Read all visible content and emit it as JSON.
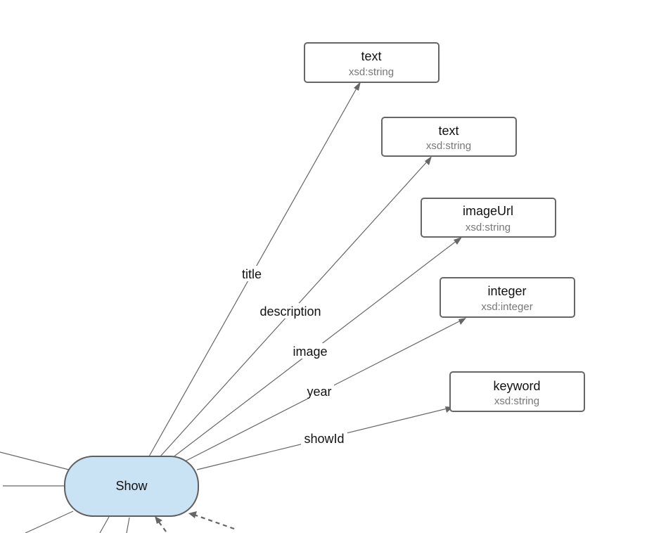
{
  "main_node": {
    "label": "Show",
    "fill": "#c9e3f5"
  },
  "nodes": [
    {
      "id": "n-title",
      "title": "text",
      "type": "xsd:string"
    },
    {
      "id": "n-description",
      "title": "text",
      "type": "xsd:string"
    },
    {
      "id": "n-image",
      "title": "imageUrl",
      "type": "xsd:string"
    },
    {
      "id": "n-year",
      "title": "integer",
      "type": "xsd:integer"
    },
    {
      "id": "n-showid",
      "title": "keyword",
      "type": "xsd:string"
    }
  ],
  "edges": [
    {
      "id": "e-title",
      "label": "title"
    },
    {
      "id": "e-description",
      "label": "description"
    },
    {
      "id": "e-image",
      "label": "image"
    },
    {
      "id": "e-year",
      "label": "year"
    },
    {
      "id": "e-showid",
      "label": "showId"
    }
  ]
}
